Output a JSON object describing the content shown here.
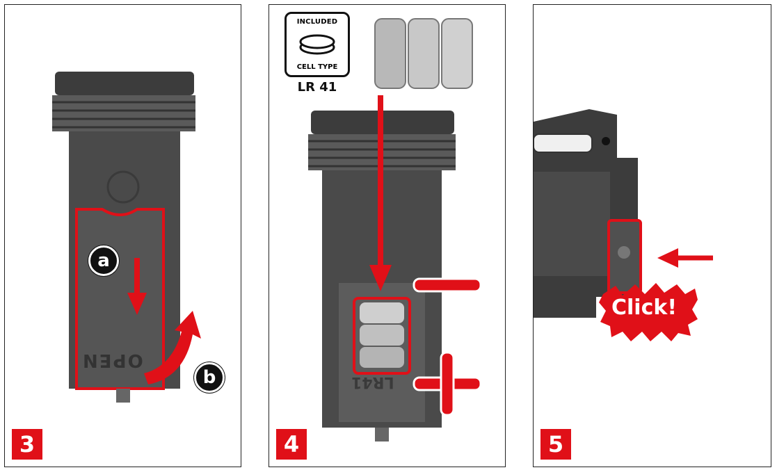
{
  "steps": [
    {
      "number": "3",
      "callout_a": "a",
      "callout_b": "b",
      "engraving": "OPEN"
    },
    {
      "number": "4",
      "included_label": "INCLUDED",
      "cell_type_label": "CELL TYPE",
      "cell_name": "LR 41",
      "engraving": "LR41"
    },
    {
      "number": "5",
      "click_label": "Click!"
    }
  ],
  "colors": {
    "accent": "#e01018",
    "body": "#4a4a4a",
    "outline": "#111111"
  }
}
